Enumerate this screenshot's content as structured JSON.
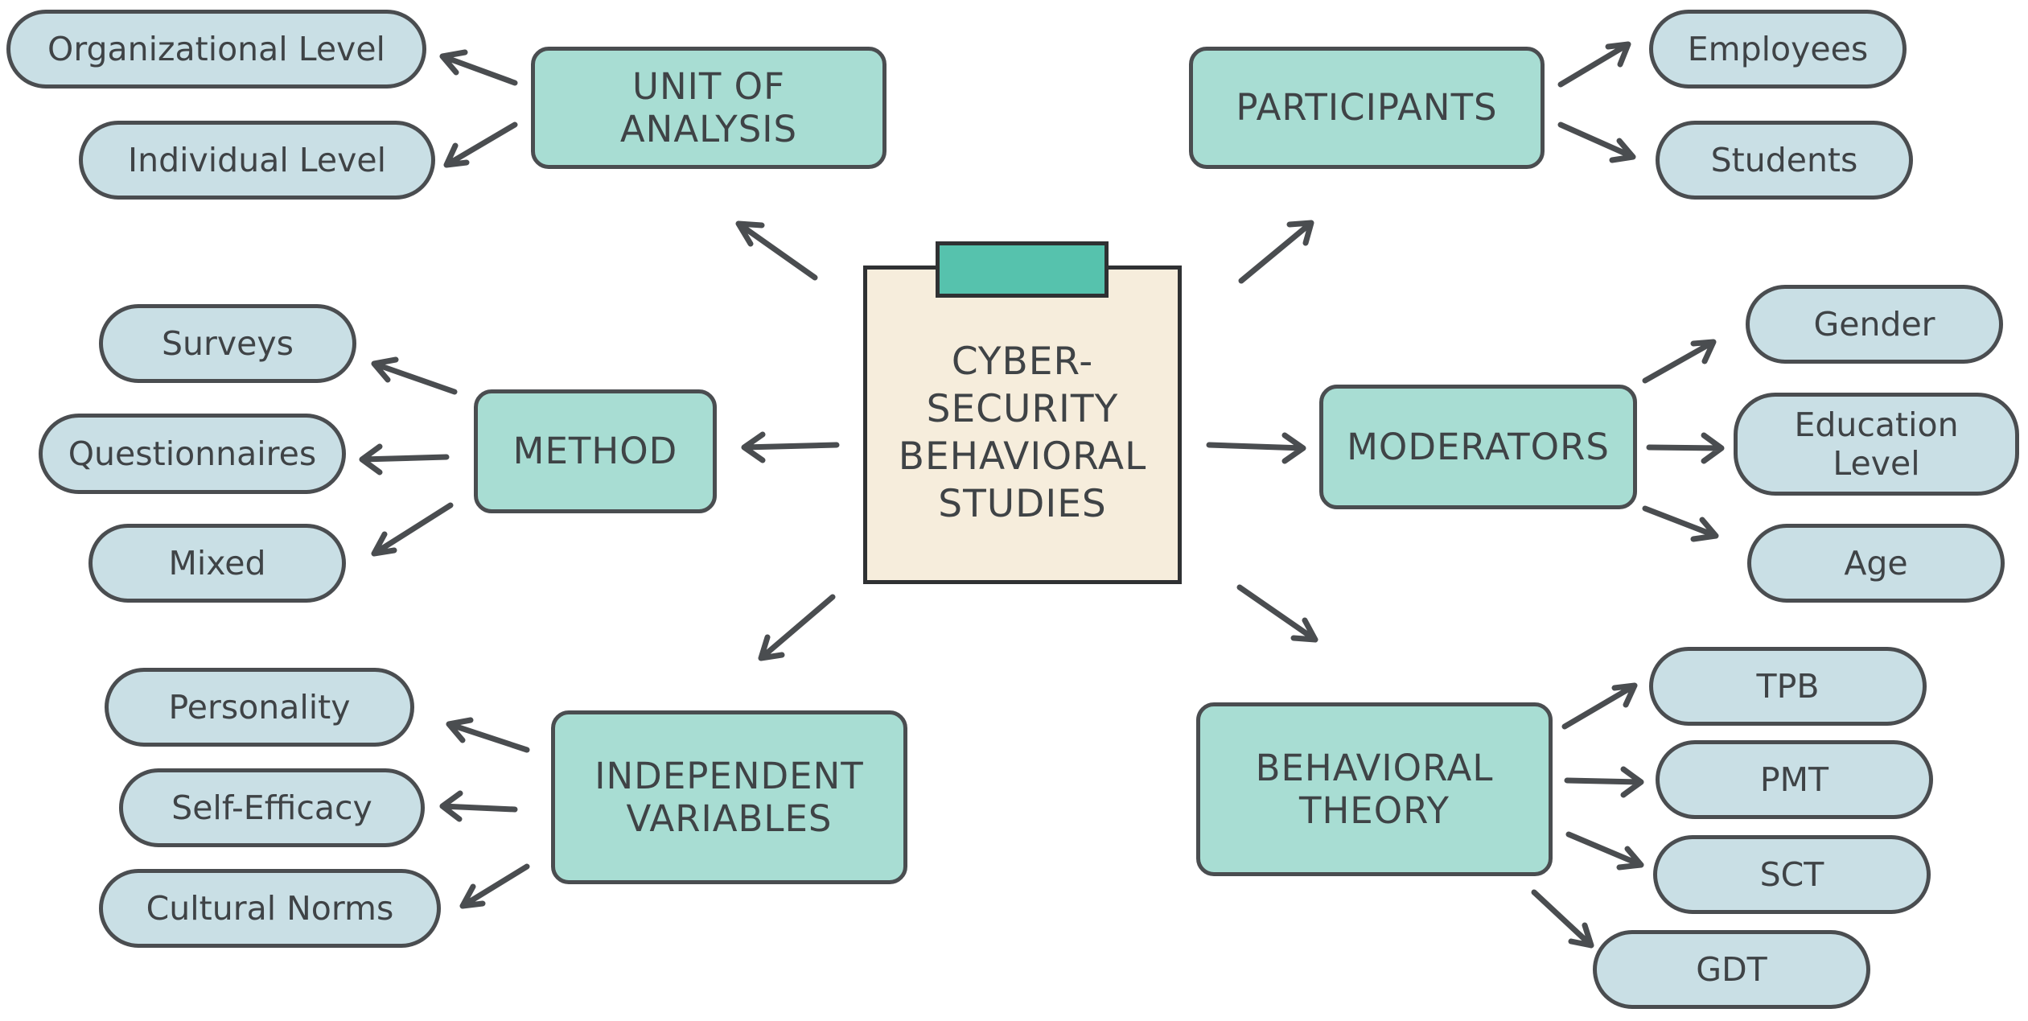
{
  "center": {
    "title": "CYBER-\nSECURITY\nBEHAVIORAL\nSTUDIES"
  },
  "categories": {
    "unit_of_analysis": "UNIT OF\nANALYSIS",
    "participants": "PARTICIPANTS",
    "method": "METHOD",
    "moderators": "MODERATORS",
    "independent_variables": "INDEPENDENT\nVARIABLES",
    "behavioral_theory": "BEHAVIORAL\nTHEORY"
  },
  "leaves": {
    "unit_of_analysis": [
      "Organizational Level",
      "Individual Level"
    ],
    "participants": [
      "Employees",
      "Students"
    ],
    "method": [
      "Surveys",
      "Questionnaires",
      "Mixed"
    ],
    "moderators": [
      "Gender",
      "Education\nLevel",
      "Age"
    ],
    "independent_variables": [
      "Personality",
      "Self-Efficacy",
      "Cultural Norms"
    ],
    "behavioral_theory": [
      "TPB",
      "PMT",
      "SCT",
      "GDT"
    ]
  },
  "colors": {
    "category_fill": "#a8ddd3",
    "leaf_fill": "#c9dfe5",
    "center_fill": "#f6eddc",
    "clip_fill": "#56c2ad",
    "outline": "#4a4d50"
  }
}
